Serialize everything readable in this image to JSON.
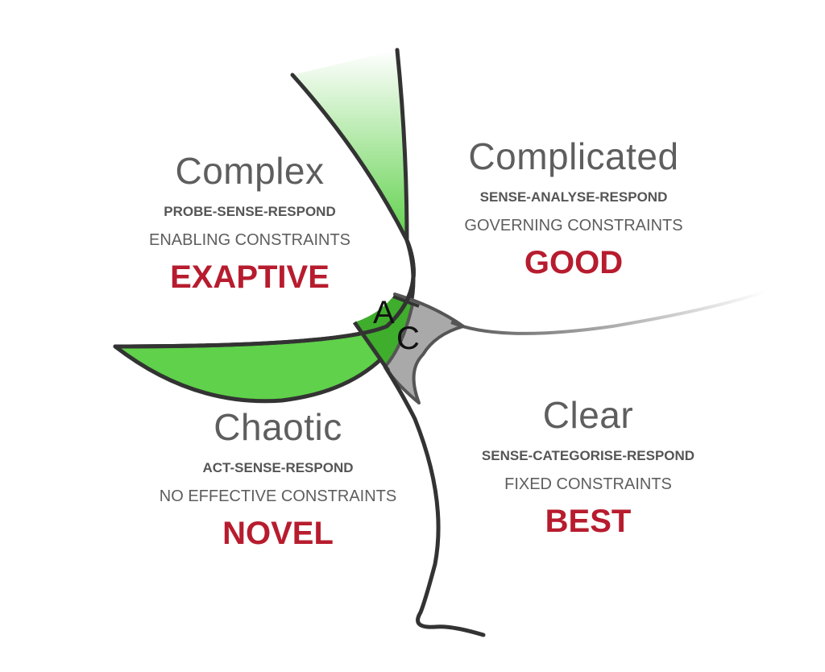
{
  "domains": [
    {
      "title": "Complex",
      "method": "PROBE-SENSE-RESPOND",
      "constraints": "ENABLING CONSTRAINTS",
      "practice": "EXAPTIVE"
    },
    {
      "title": "Complicated",
      "method": "SENSE-ANALYSE-RESPOND",
      "constraints": "GOVERNING CONSTRAINTS",
      "practice": "GOOD"
    },
    {
      "title": "Chaotic",
      "method": "ACT-SENSE-RESPOND",
      "constraints": "NO EFFECTIVE CONSTRAINTS",
      "practice": "NOVEL"
    },
    {
      "title": "Clear",
      "method": "SENSE-CATEGORISE-RESPOND",
      "constraints": "FIXED CONSTRAINTS",
      "practice": "BEST"
    }
  ],
  "center": {
    "a": "A",
    "c": "C"
  },
  "colors": {
    "green": "#5fd14a",
    "dark_green": "#3fae2c",
    "gray": "#a9a9a9",
    "line": "#333333",
    "practice": "#b71c2e"
  }
}
